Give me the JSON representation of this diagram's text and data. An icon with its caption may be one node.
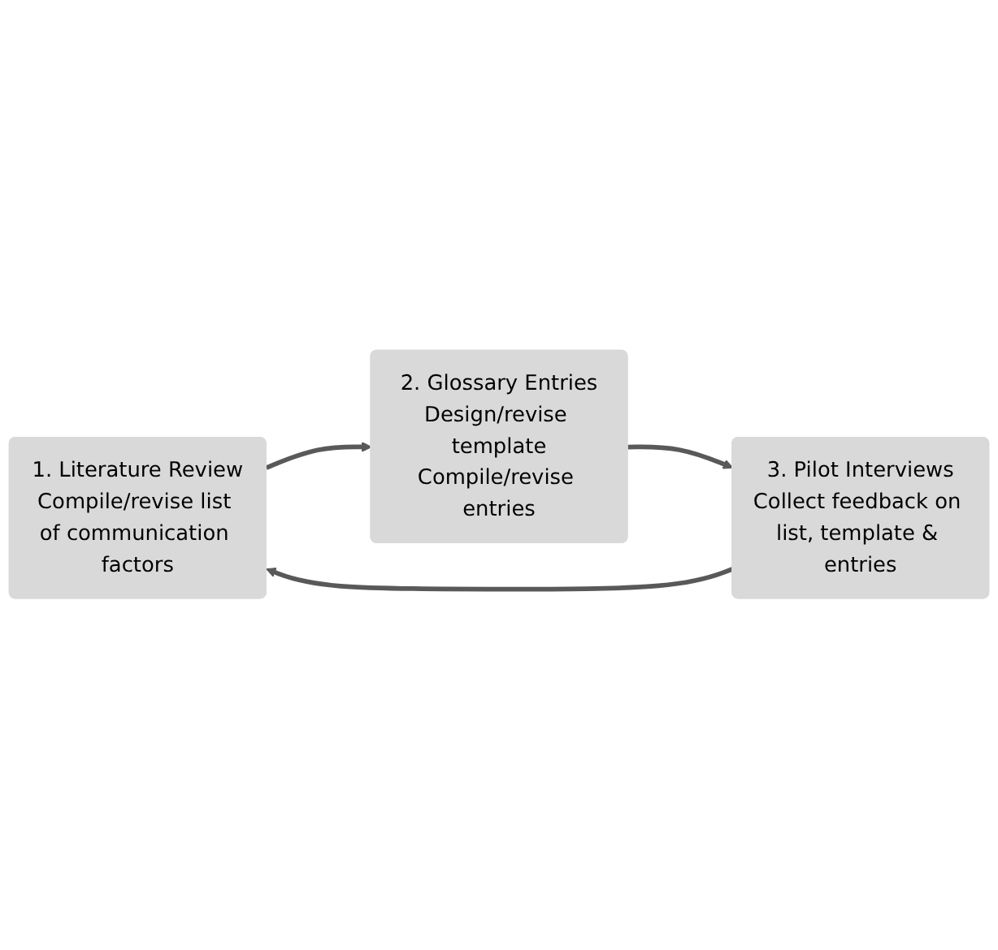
{
  "diagram": {
    "nodes": [
      {
        "text": [
          "1. Literature Review",
          "Compile/revise list of communication factors"
        ]
      },
      {
        "text": [
          "2. Glossary Entries",
          "Design/revise template",
          "Compile/revise entries"
        ]
      },
      {
        "text": [
          "3. Pilot Interviews",
          "Collect feedback on list, template & entries"
        ]
      }
    ],
    "edges": [
      {
        "from": 0,
        "to": 1,
        "arrow": "to"
      },
      {
        "from": 1,
        "to": 2,
        "arrow": "to"
      },
      {
        "from": 2,
        "to": 0,
        "arrow": "to"
      }
    ]
  }
}
